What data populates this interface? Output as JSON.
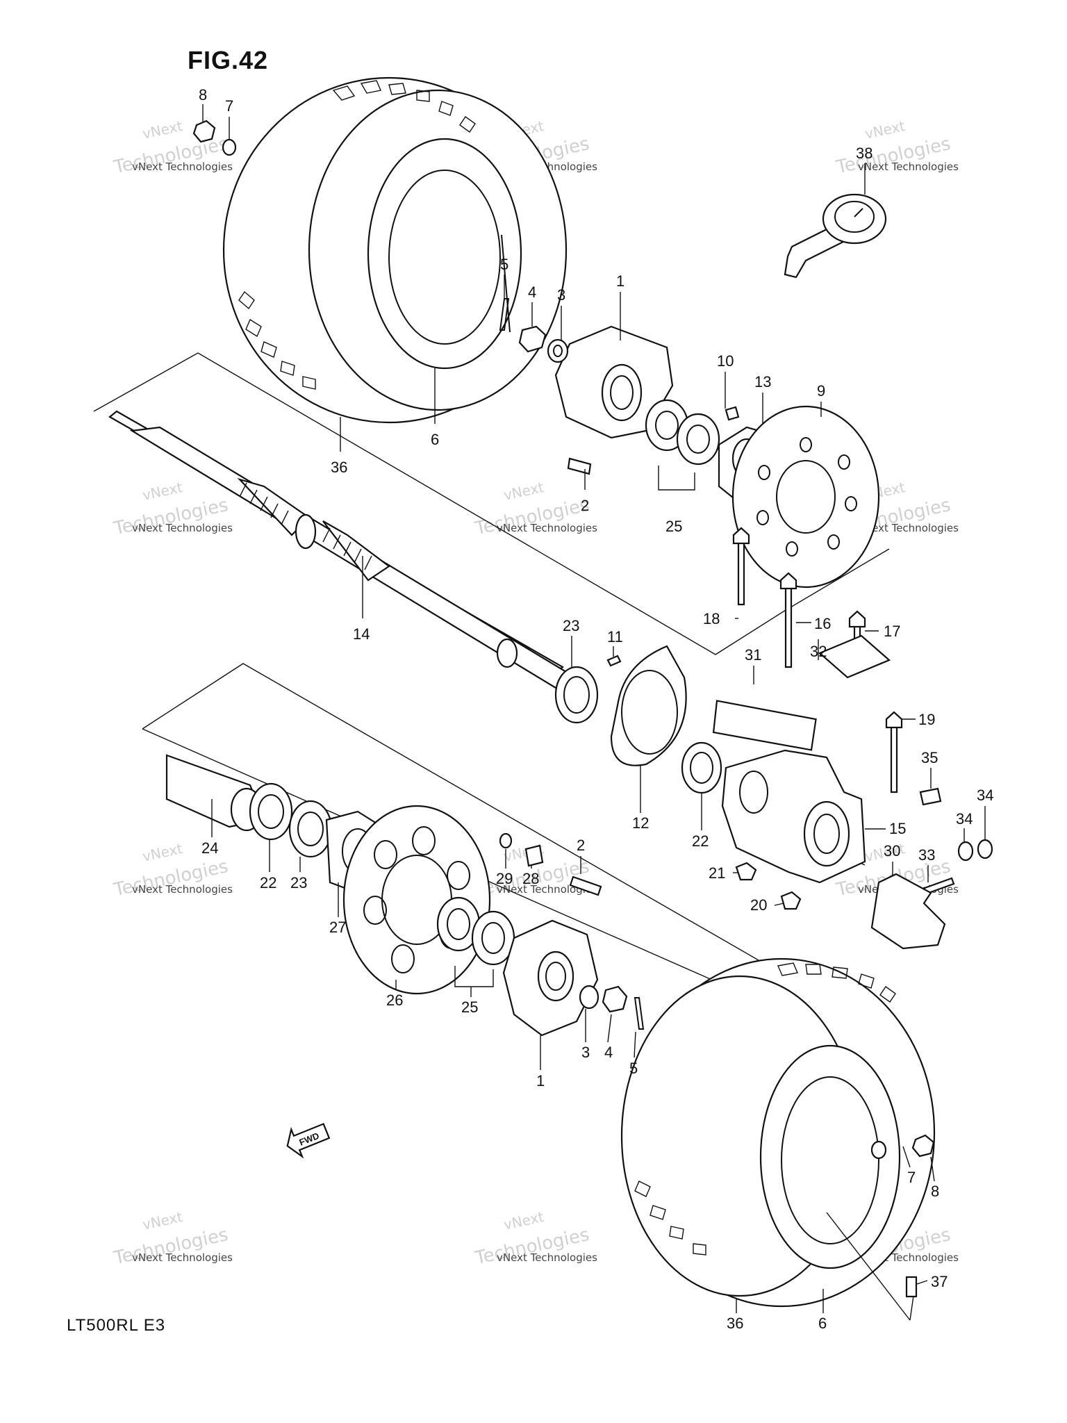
{
  "figure": {
    "title": "FIG.42",
    "model": "LT500RL  E3"
  },
  "watermark": {
    "line1": "vNext Technologies",
    "line2": "Technologies",
    "line3": "vNext"
  },
  "fwd_label": "FWD",
  "callouts": [
    {
      "id": "c8a",
      "text": "8"
    },
    {
      "id": "c7a",
      "text": "7"
    },
    {
      "id": "c5a",
      "text": "5"
    },
    {
      "id": "c4a",
      "text": "4"
    },
    {
      "id": "c3a",
      "text": "3"
    },
    {
      "id": "c1a",
      "text": "1"
    },
    {
      "id": "c6a",
      "text": "6"
    },
    {
      "id": "c36a",
      "text": "36"
    },
    {
      "id": "c2a",
      "text": "2"
    },
    {
      "id": "c25a",
      "text": "25"
    },
    {
      "id": "c10",
      "text": "10"
    },
    {
      "id": "c13",
      "text": "13"
    },
    {
      "id": "c9",
      "text": "9"
    },
    {
      "id": "c38",
      "text": "38"
    },
    {
      "id": "c14",
      "text": "14"
    },
    {
      "id": "c18",
      "text": "18"
    },
    {
      "id": "c16",
      "text": "16"
    },
    {
      "id": "c17",
      "text": "17"
    },
    {
      "id": "c23a",
      "text": "23"
    },
    {
      "id": "c11",
      "text": "11"
    },
    {
      "id": "c31",
      "text": "31"
    },
    {
      "id": "c32",
      "text": "32"
    },
    {
      "id": "c19",
      "text": "19"
    },
    {
      "id": "c12",
      "text": "12"
    },
    {
      "id": "c35",
      "text": "35"
    },
    {
      "id": "c34a",
      "text": "34"
    },
    {
      "id": "c34b",
      "text": "34"
    },
    {
      "id": "c15",
      "text": "15"
    },
    {
      "id": "c22b",
      "text": "22"
    },
    {
      "id": "c24",
      "text": "24"
    },
    {
      "id": "c22a",
      "text": "22"
    },
    {
      "id": "c23b",
      "text": "23"
    },
    {
      "id": "c29",
      "text": "29"
    },
    {
      "id": "c28",
      "text": "28"
    },
    {
      "id": "c2b",
      "text": "2"
    },
    {
      "id": "c21",
      "text": "21"
    },
    {
      "id": "c20",
      "text": "20"
    },
    {
      "id": "c33",
      "text": "33"
    },
    {
      "id": "c30",
      "text": "30"
    },
    {
      "id": "c27",
      "text": "27"
    },
    {
      "id": "c26",
      "text": "26"
    },
    {
      "id": "c25b",
      "text": "25"
    },
    {
      "id": "c1b",
      "text": "1"
    },
    {
      "id": "c3b",
      "text": "3"
    },
    {
      "id": "c4b",
      "text": "4"
    },
    {
      "id": "c5b",
      "text": "5"
    },
    {
      "id": "c7b",
      "text": "7"
    },
    {
      "id": "c8b",
      "text": "8"
    },
    {
      "id": "c37",
      "text": "37"
    },
    {
      "id": "c36b",
      "text": "36"
    },
    {
      "id": "c6b",
      "text": "6"
    }
  ]
}
